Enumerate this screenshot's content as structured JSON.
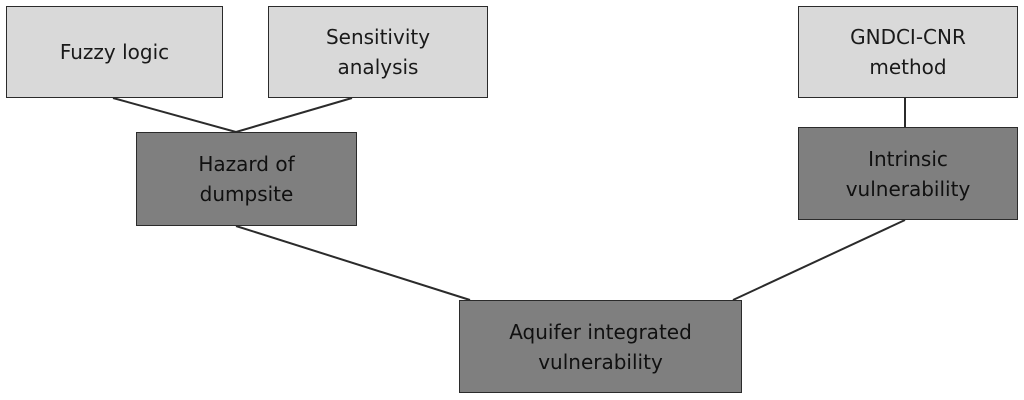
{
  "nodes": {
    "fuzzy_logic": "Fuzzy logic",
    "sensitivity_analysis": "Sensitivity\nanalysis",
    "gndci_cnr_method": "GNDCI-CNR\nmethod",
    "hazard_of_dumpsite": "Hazard of\ndumpsite",
    "intrinsic_vulnerability": "Intrinsic\nvulnerability",
    "aquifer_integrated_vulnerability": "Aquifer integrated\nvulnerability"
  },
  "colors": {
    "input_box_fill": "#d9d9d9",
    "intermediate_box_fill": "#7f7f7f",
    "border": "#2b2b2b",
    "connector": "#2b2b2b"
  }
}
